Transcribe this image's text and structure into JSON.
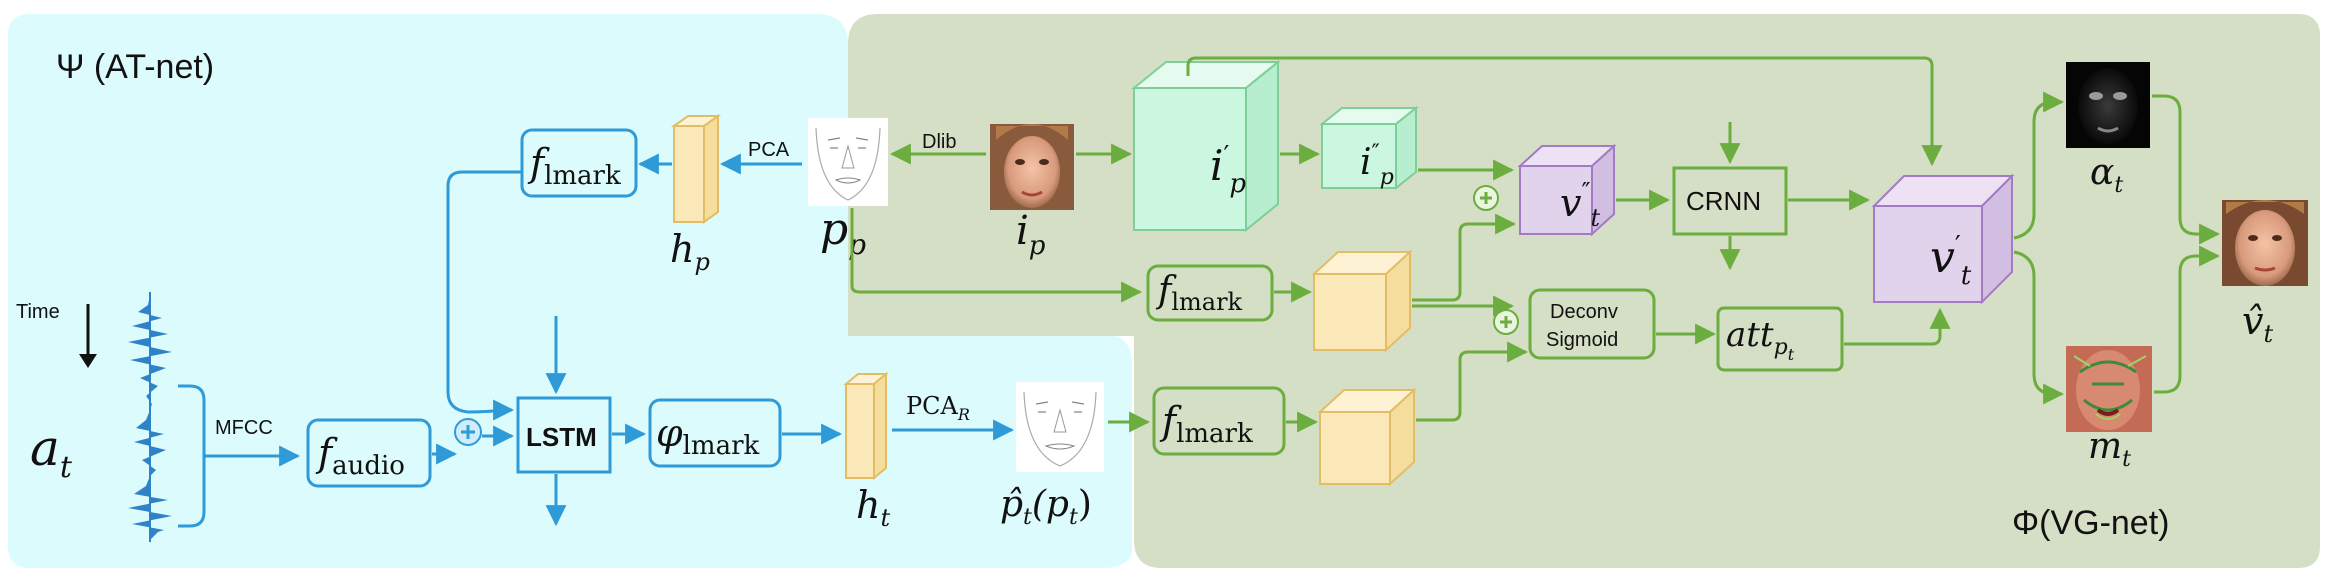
{
  "colors": {
    "at_bg": "#dcfbfc",
    "vg_bg": "#d4dfc6",
    "blue": "#2f9ad8",
    "green": "#6cad3f",
    "yellow_fill": "#fbe8b8",
    "yellow_stroke": "#e3bd66",
    "mint_fill": "#cbf7e0",
    "mint_stroke": "#7dcf97",
    "purple_fill": "#e1d3ec",
    "purple_stroke": "#a27bc2"
  },
  "titles": {
    "at_net": "Ψ (AT-net)",
    "vg_net": "Φ(VG-net)"
  },
  "text_labels": {
    "time": "Time",
    "mfcc": "MFCC",
    "pca": "PCA",
    "dlib": "Dlib",
    "lstm": "LSTM",
    "crnn": "CRNN",
    "deconv": "Deconv",
    "sigmoid": "Sigmoid"
  },
  "math_labels": {
    "a_t": "a_t",
    "f_audio": "f_audio",
    "f_lmark": "f_lmark",
    "phi_lmark": "φ_lmark",
    "h_p": "h_p",
    "h_t": "h_t",
    "p_p": "p_p",
    "i_p": "i_p",
    "pca_r": "PCA_R",
    "p_hat": "p̂_t(p_t)",
    "i_p_prime": "i′_p",
    "i_p_dprime": "i″_p",
    "v_dprime": "v″_t",
    "v_prime": "v′_t",
    "att": "att_p_t",
    "alpha_t": "α_t",
    "m_t": "m_t",
    "v_hat": "v̂_t"
  },
  "icons": [
    "plus-icon",
    "face-photo",
    "landmark-sketch",
    "audio-waveform",
    "attention-map",
    "motion-map"
  ]
}
